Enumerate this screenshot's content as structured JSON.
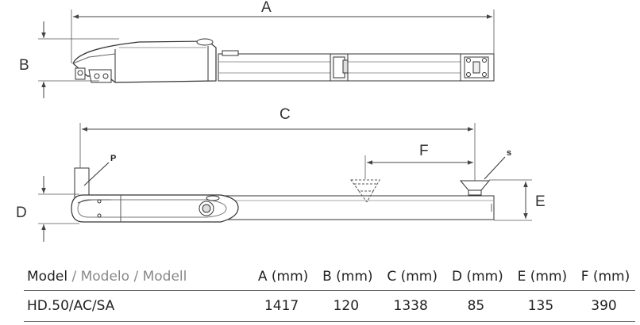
{
  "dimension_labels": {
    "a": "A",
    "b": "B",
    "c": "C",
    "d": "D",
    "e": "E",
    "f": "F",
    "p": "P",
    "s": "s"
  },
  "table": {
    "model_header": {
      "primary": "Model",
      "sep1": " / ",
      "alt1": "Modelo",
      "sep2": " / ",
      "alt2": "Modell"
    },
    "columns": [
      "A (mm)",
      "B (mm)",
      "C (mm)",
      "D (mm)",
      "E (mm)",
      "F (mm)"
    ],
    "rows": [
      {
        "model": "HD.50/AC/SA",
        "values": [
          "1417",
          "120",
          "1338",
          "85",
          "135",
          "390"
        ]
      }
    ]
  }
}
